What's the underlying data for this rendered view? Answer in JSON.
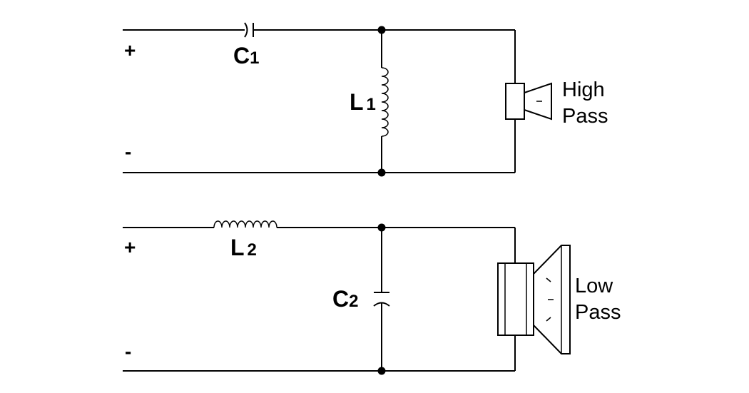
{
  "high_pass": {
    "plus": "+",
    "minus": "-",
    "capacitor": {
      "letter": "C",
      "index": "1"
    },
    "inductor": {
      "letter": "L",
      "index": "1"
    },
    "speaker_label_line1": "High",
    "speaker_label_line2": "Pass"
  },
  "low_pass": {
    "plus": "+",
    "minus": "-",
    "inductor": {
      "letter": "L",
      "index": "2"
    },
    "capacitor": {
      "letter": "C",
      "index": "2"
    },
    "speaker_label_line1": "Low",
    "speaker_label_line2": "Pass"
  }
}
